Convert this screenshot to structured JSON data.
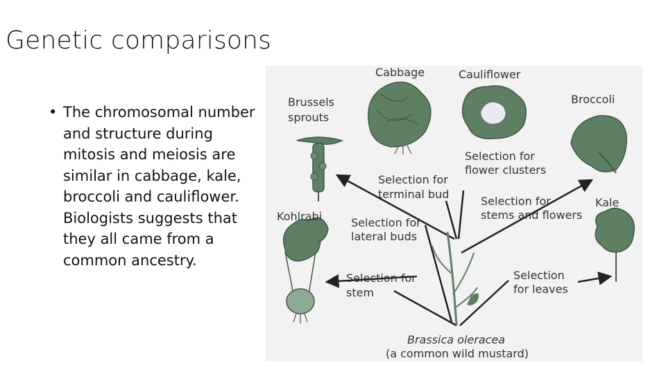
{
  "slide": {
    "title": "Genetic comparisons",
    "bullet_symbol": "•",
    "bullet_text": "The chromosomal number and structure during mitosis and meiosis are similar in cabbage, kale, broccoli and cauliflower. Biologists suggests that they all came from a common ancestry."
  },
  "figure": {
    "plants": {
      "cabbage": "Cabbage",
      "cauliflower": "Cauliflower",
      "broccoli": "Broccoli",
      "brussels_line1": "Brussels",
      "brussels_line2": "sprouts",
      "kohlrabi": "Kohlrabi",
      "kale": "Kale"
    },
    "selections": {
      "terminal_bud_line1": "Selection for",
      "terminal_bud_line2": "terminal bud",
      "flower_clusters_line1": "Selection for",
      "flower_clusters_line2": "flower clusters",
      "stems_flowers_line1": "Selection for",
      "stems_flowers_line2": "stems and flowers",
      "lateral_buds_line1": "Selection for",
      "lateral_buds_line2": "lateral buds",
      "stem_line1": "Selection for",
      "stem_line2": "stem",
      "leaves_line1": "Selection",
      "leaves_line2": "for leaves"
    },
    "ancestor_name": "Brassica oleracea",
    "ancestor_common": "(a common wild mustard)",
    "colors": {
      "plant_green": "#5f7f63",
      "plant_dark": "#3f5a44",
      "background": "#f2f2f2",
      "text": "#333333"
    }
  }
}
